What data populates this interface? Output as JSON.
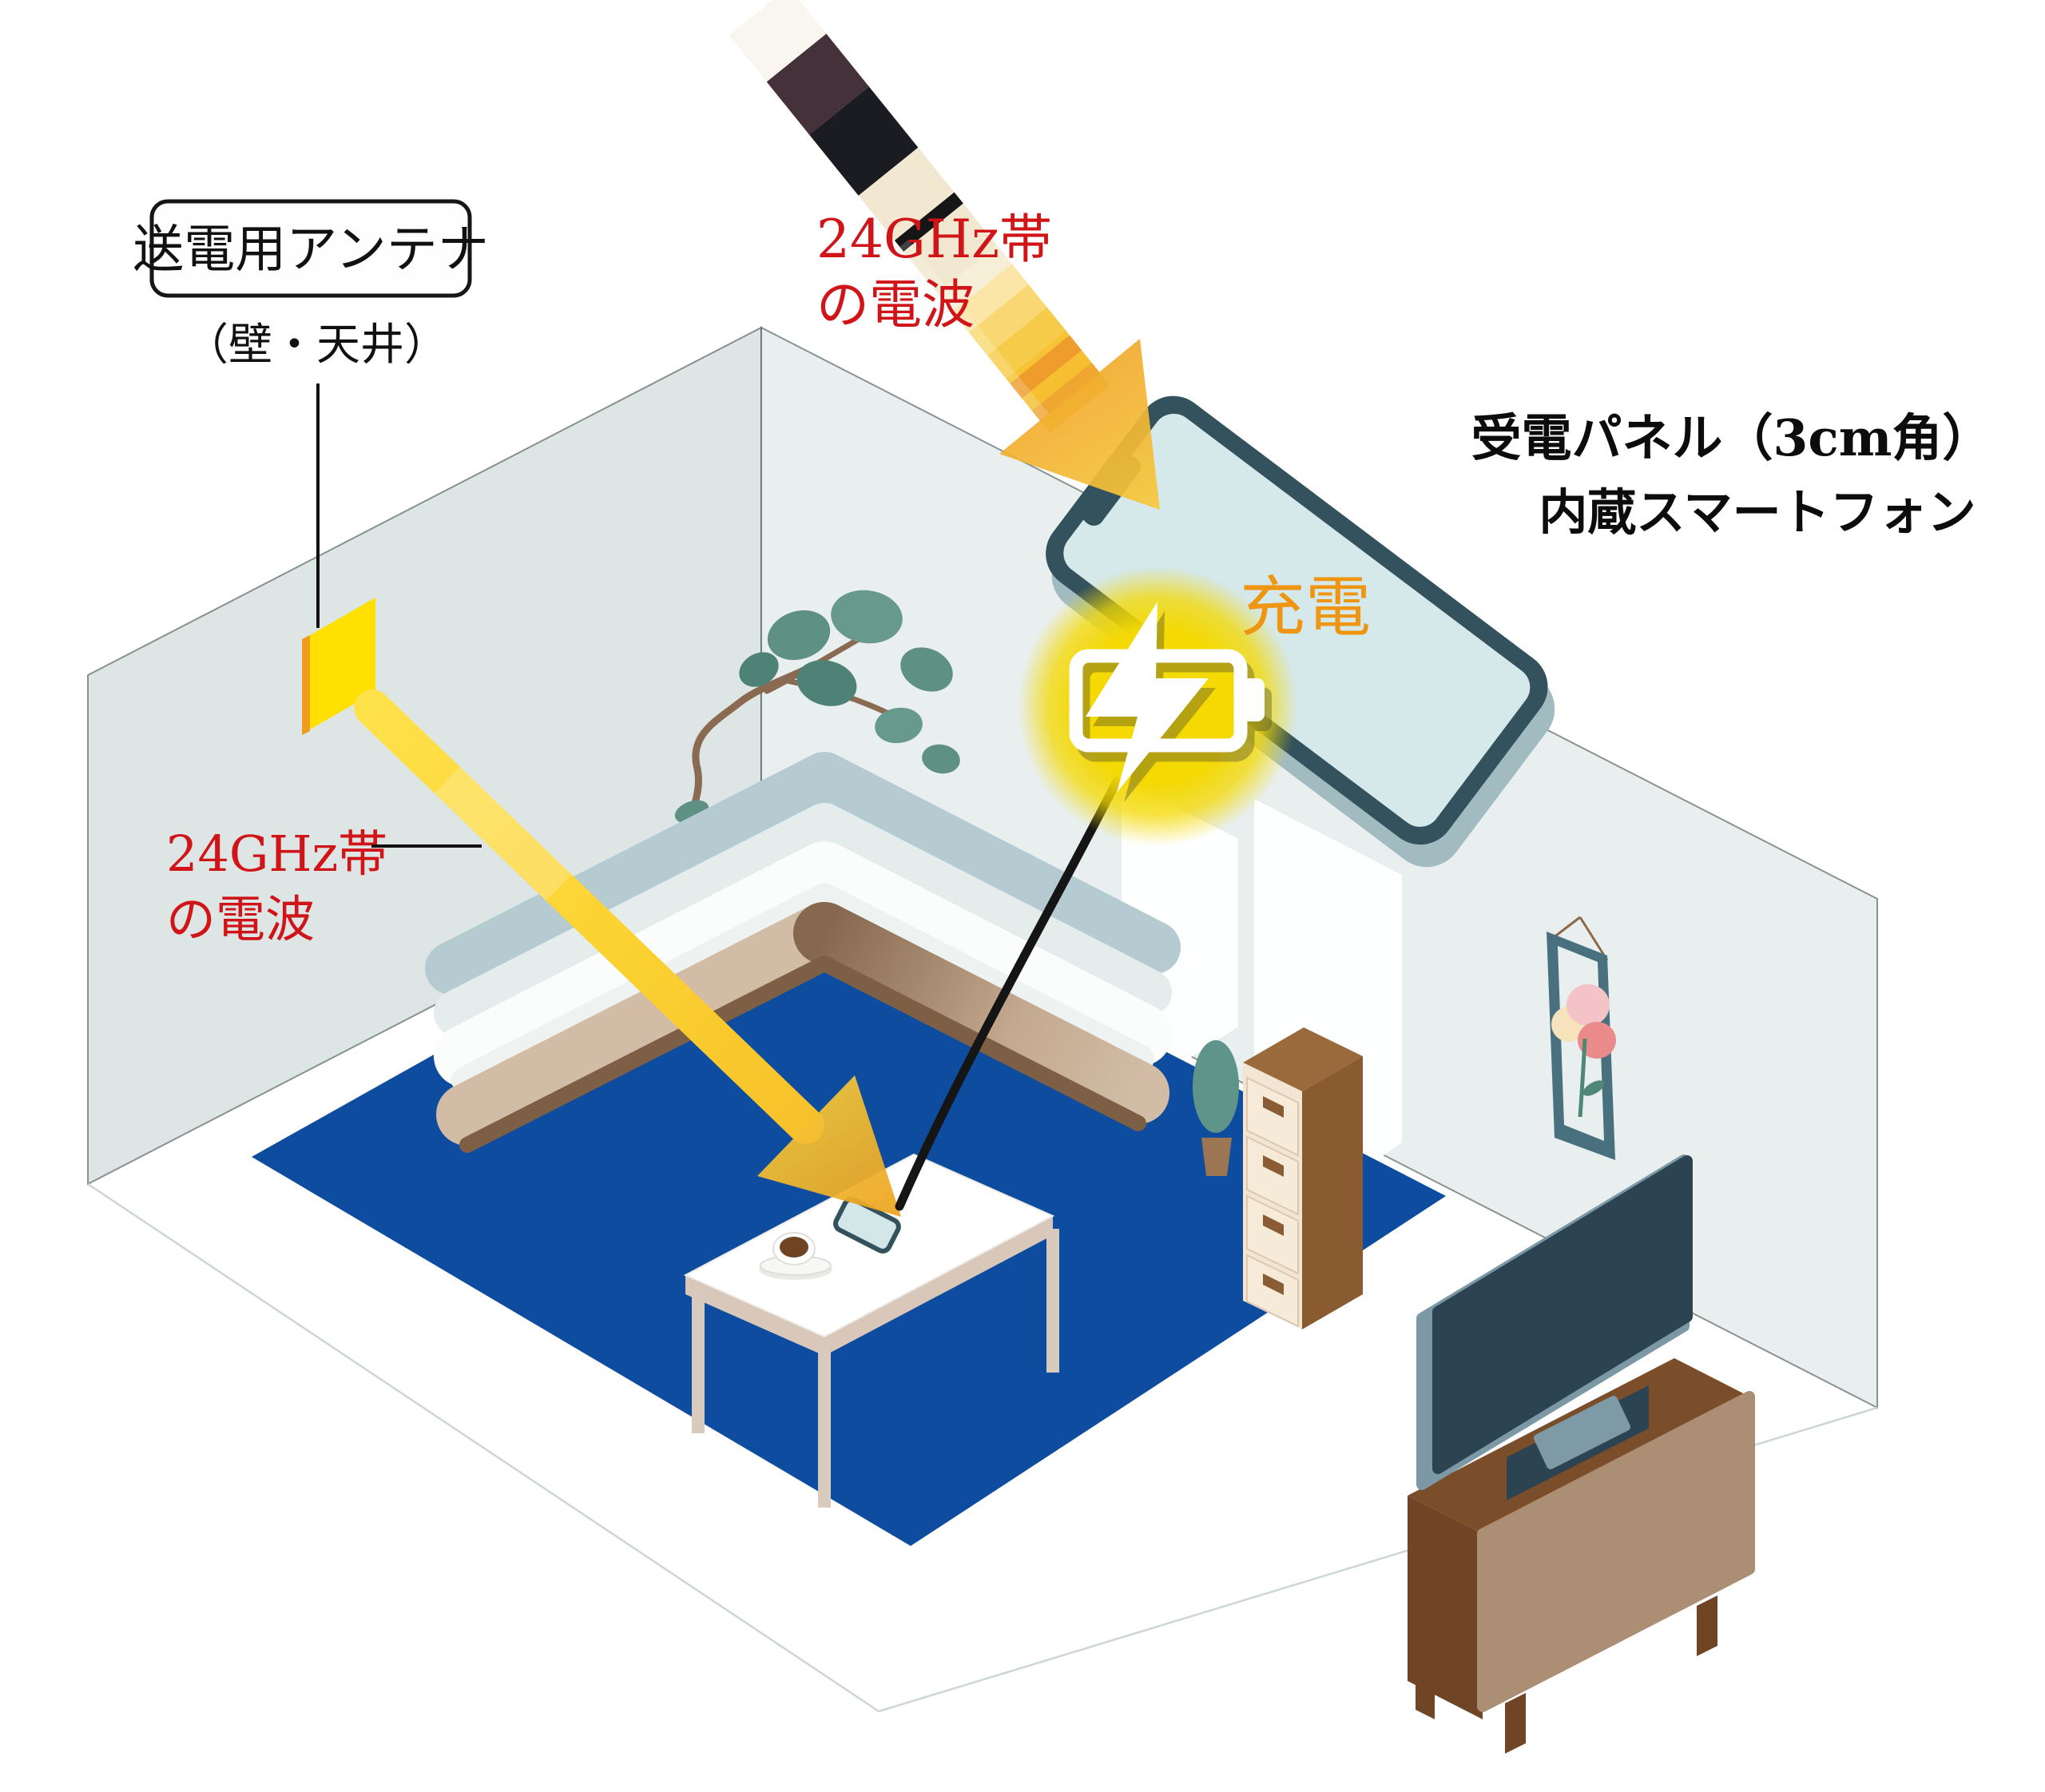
{
  "diagram": {
    "title": "24GHz wireless power transfer in a living room (isometric illustration)",
    "labels": {
      "tx_antenna": "送電用アンテナ",
      "tx_antenna_location": "（壁・天井）",
      "wave_top_line1": "24GHz帯",
      "wave_top_line2": "の電波",
      "wave_wall_line1": "24GHz帯",
      "wave_wall_line2": "の電波",
      "rx_panel_line1": "受電パネル（3cm角）",
      "rx_panel_line2": "内蔵スマートフォン",
      "charging": "充電"
    },
    "colors": {
      "wave_text_red": "#d01418",
      "charging_orange": "#ee9511",
      "beam_gold": "#f6c133",
      "antenna_yellow": "#ffe000",
      "rug_blue": "#0d4c9e",
      "phone_frame_teal": "#33525d",
      "glow_yellow": "#f4d903",
      "wall_left": "#dde6e5",
      "wall_right": "#e8efee"
    },
    "icons": [
      "battery-charging-icon",
      "lightning-bolt-icon",
      "beam-arrow-icon"
    ]
  }
}
